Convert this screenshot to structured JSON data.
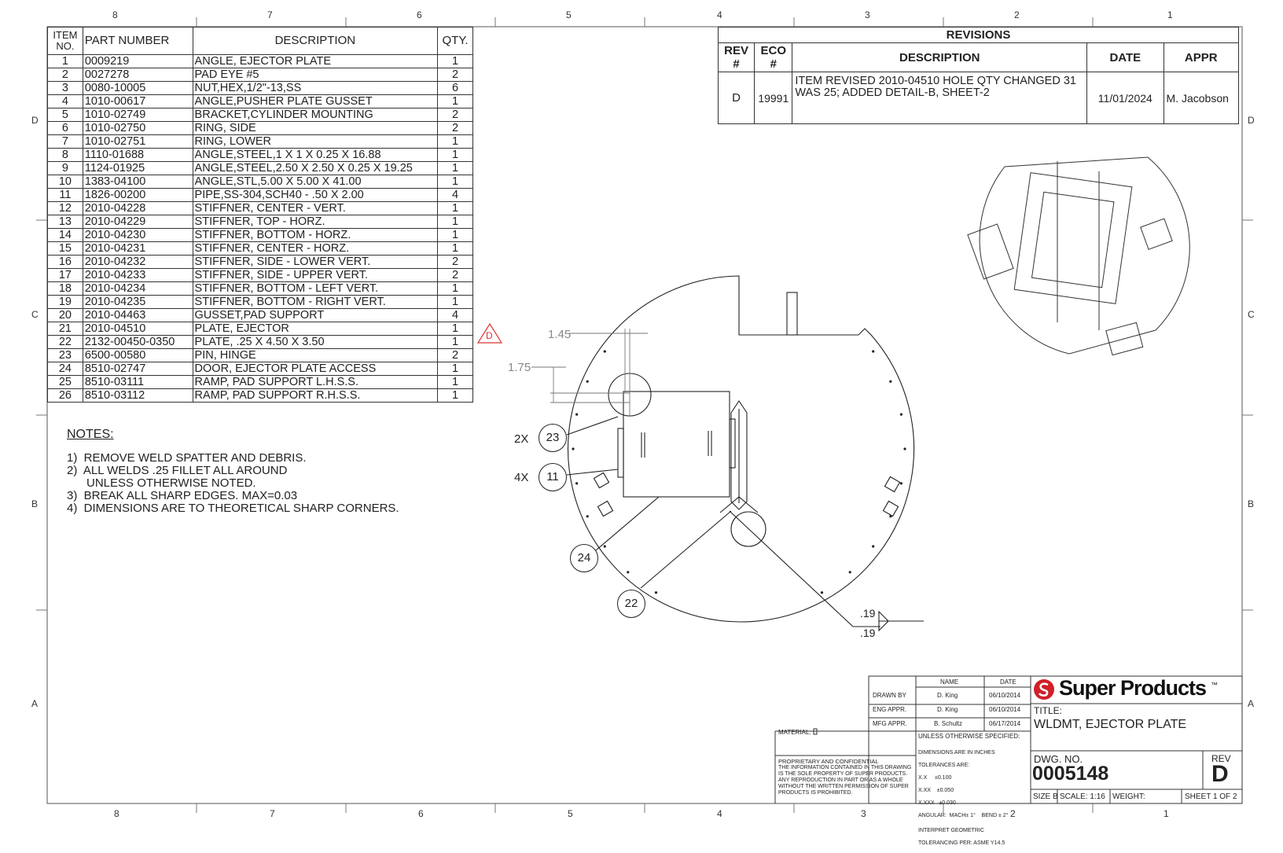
{
  "zones": {
    "top": [
      "8",
      "7",
      "6",
      "5",
      "4",
      "3",
      "2",
      "1"
    ],
    "bottom": [
      "8",
      "7",
      "6",
      "5",
      "4",
      "3",
      "2",
      "1"
    ],
    "left": [
      "D",
      "C",
      "B",
      "A"
    ],
    "right": [
      "D",
      "C",
      "B",
      "A"
    ]
  },
  "bom": {
    "headers": {
      "item": "ITEM NO.",
      "part": "PART NUMBER",
      "desc": "DESCRIPTION",
      "qty": "QTY."
    },
    "rows": [
      [
        "1",
        "0009219",
        "ANGLE, EJECTOR PLATE",
        "1"
      ],
      [
        "2",
        "0027278",
        "PAD EYE #5",
        "2"
      ],
      [
        "3",
        "0080-10005",
        "NUT,HEX,1/2\"-13,SS",
        "6"
      ],
      [
        "4",
        "1010-00617",
        "ANGLE,PUSHER PLATE GUSSET",
        "1"
      ],
      [
        "5",
        "1010-02749",
        "BRACKET,CYLINDER MOUNTING",
        "2"
      ],
      [
        "6",
        "1010-02750",
        "RING, SIDE",
        "2"
      ],
      [
        "7",
        "1010-02751",
        "RING, LOWER",
        "1"
      ],
      [
        "8",
        "1110-01688",
        "ANGLE,STEEL,1 X 1 X 0.25 X 16.88",
        "1"
      ],
      [
        "9",
        "1124-01925",
        "ANGLE,STEEL,2.50 X 2.50 X 0.25 X 19.25",
        "1"
      ],
      [
        "10",
        "1383-04100",
        "ANGLE,STL,5.00 X 5.00 X 41.00",
        "1"
      ],
      [
        "11",
        "1826-00200",
        "PIPE,SS-304,SCH40 - .50 X 2.00",
        "4"
      ],
      [
        "12",
        "2010-04228",
        "STIFFNER, CENTER - VERT.",
        "1"
      ],
      [
        "13",
        "2010-04229",
        "STIFFNER, TOP - HORZ.",
        "1"
      ],
      [
        "14",
        "2010-04230",
        "STIFFNER, BOTTOM - HORZ.",
        "1"
      ],
      [
        "15",
        "2010-04231",
        "STIFFNER, CENTER - HORZ.",
        "1"
      ],
      [
        "16",
        "2010-04232",
        "STIFFNER, SIDE - LOWER VERT.",
        "2"
      ],
      [
        "17",
        "2010-04233",
        "STIFFNER, SIDE - UPPER VERT.",
        "2"
      ],
      [
        "18",
        "2010-04234",
        "STIFFNER, BOTTOM - LEFT VERT.",
        "1"
      ],
      [
        "19",
        "2010-04235",
        "STIFFNER, BOTTOM - RIGHT VERT.",
        "1"
      ],
      [
        "20",
        "2010-04463",
        "GUSSET,PAD SUPPORT",
        "4"
      ],
      [
        "21",
        "2010-04510",
        "PLATE, EJECTOR",
        "1"
      ],
      [
        "22",
        "2132-00450-0350",
        "PLATE, .25 X 4.50 X 3.50",
        "1"
      ],
      [
        "23",
        "6500-00580",
        "PIN, HINGE",
        "2"
      ],
      [
        "24",
        "8510-02747",
        "DOOR, EJECTOR PLATE ACCESS",
        "1"
      ],
      [
        "25",
        "8510-03111",
        "RAMP, PAD SUPPORT L.H.S.S.",
        "1"
      ],
      [
        "26",
        "8510-03112",
        "RAMP, PAD SUPPORT R.H.S.S.",
        "1"
      ]
    ],
    "rev_flag": "D"
  },
  "revisions": {
    "title": "REVISIONS",
    "headers": [
      "REV #",
      "ECO #",
      "DESCRIPTION",
      "DATE",
      "APPR"
    ],
    "row": {
      "rev": "D",
      "eco": "19991",
      "desc": "ITEM REVISED 2010-04510 HOLE QTY CHANGED 31 WAS 25; ADDED DETAIL-B, SHEET-2",
      "date": "11/01/2024",
      "appr": "M. Jacobson"
    }
  },
  "notes": {
    "title": "NOTES:",
    "lines": [
      "1)  REMOVE WELD SPATTER AND DEBRIS.",
      "2)  ALL WELDS .25 FILLET ALL AROUND",
      "      UNLESS OTHERWISE NOTED.",
      "3)  BREAK ALL SHARP EDGES. MAX=0.03",
      "4)  DIMENSIONS ARE TO THEORETICAL SHARP CORNERS."
    ]
  },
  "drawing": {
    "dim1": "1.45",
    "dim2": "1.75",
    "q23": "2X",
    "q11": "4X",
    "b23": "23",
    "b11": "11",
    "b24": "24",
    "b22": "22",
    "weld_top": ".19",
    "weld_bottom": ".19"
  },
  "titleblock": {
    "name_hdr": "NAME",
    "date_hdr": "DATE",
    "drawn_by": "DRAWN BY",
    "eng_appr": "ENG APPR.",
    "mfg_appr": "MFG APPR.",
    "drawn_name": "D. King",
    "drawn_date": "06/10/2014",
    "eng_name": "D. King",
    "eng_date": "06/10/2014",
    "mfg_name": "B. Schultz",
    "mfg_date": "06/17/2014",
    "material": "MATERIAL:",
    "unless": "UNLESS OTHERWISE SPECIFIED:",
    "dims": "DIMENSIONS ARE IN INCHES",
    "tol": "TOLERANCES ARE:",
    "tol1": "X.X     ±0.100",
    "tol2": "X.XX    ±0.050",
    "tol3": "X.XXX   ±0.030",
    "angular": "ANGULAR:  MACH± 1°    BEND ± 2°",
    "geo1": "INTERPRET GEOMETRIC",
    "geo2": "TOLERANCING PER: ASME Y14.5",
    "prop_title": "PROPRIETARY AND CONFIDENTIAL",
    "prop_text": "THE INFORMATION CONTAINED IN THIS DRAWING IS THE SOLE PROPERTY OF SUPER PRODUCTS. ANY REPRODUCTION IN PART OR AS A WHOLE WITHOUT THE WRITTEN PERMISSION OF SUPER PRODUCTS IS PROHIBITED.",
    "company": "Super Products",
    "tm": "™",
    "title_lbl": "TITLE:",
    "title": "WLDMT, EJECTOR PLATE",
    "dwg_lbl": "DWG.  NO.",
    "dwg_no": "0005148",
    "rev_lbl": "REV",
    "rev": "D",
    "size": "SIZE B",
    "scale": "SCALE: 1:16",
    "weight": "WEIGHT:",
    "sheet": "SHEET 1 OF 2"
  }
}
